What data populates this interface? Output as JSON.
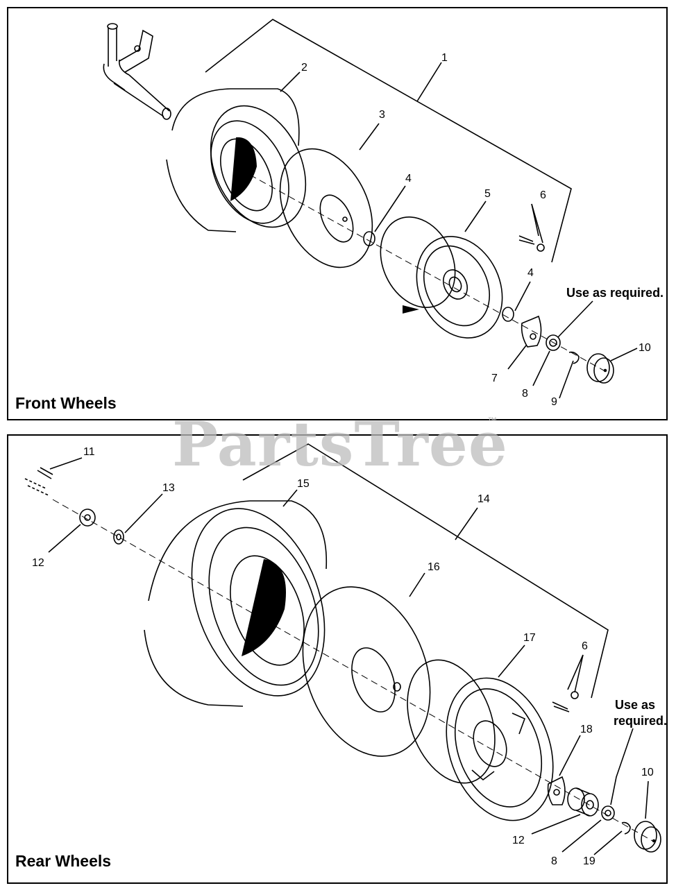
{
  "front": {
    "title": "Front Wheels",
    "note": "Use as required.",
    "callouts": [
      "1",
      "2",
      "3",
      "4",
      "5",
      "6",
      "4",
      "7",
      "8",
      "9",
      "10"
    ]
  },
  "rear": {
    "title": "Rear Wheels",
    "note_line1": "Use as",
    "note_line2": "required.",
    "callouts": [
      "11",
      "12",
      "13",
      "15",
      "14",
      "16",
      "17",
      "6",
      "18",
      "12",
      "8",
      "19",
      "10"
    ]
  },
  "watermark": {
    "text": "PartsTree",
    "tm": "™",
    "color": "#bdbdbd"
  }
}
